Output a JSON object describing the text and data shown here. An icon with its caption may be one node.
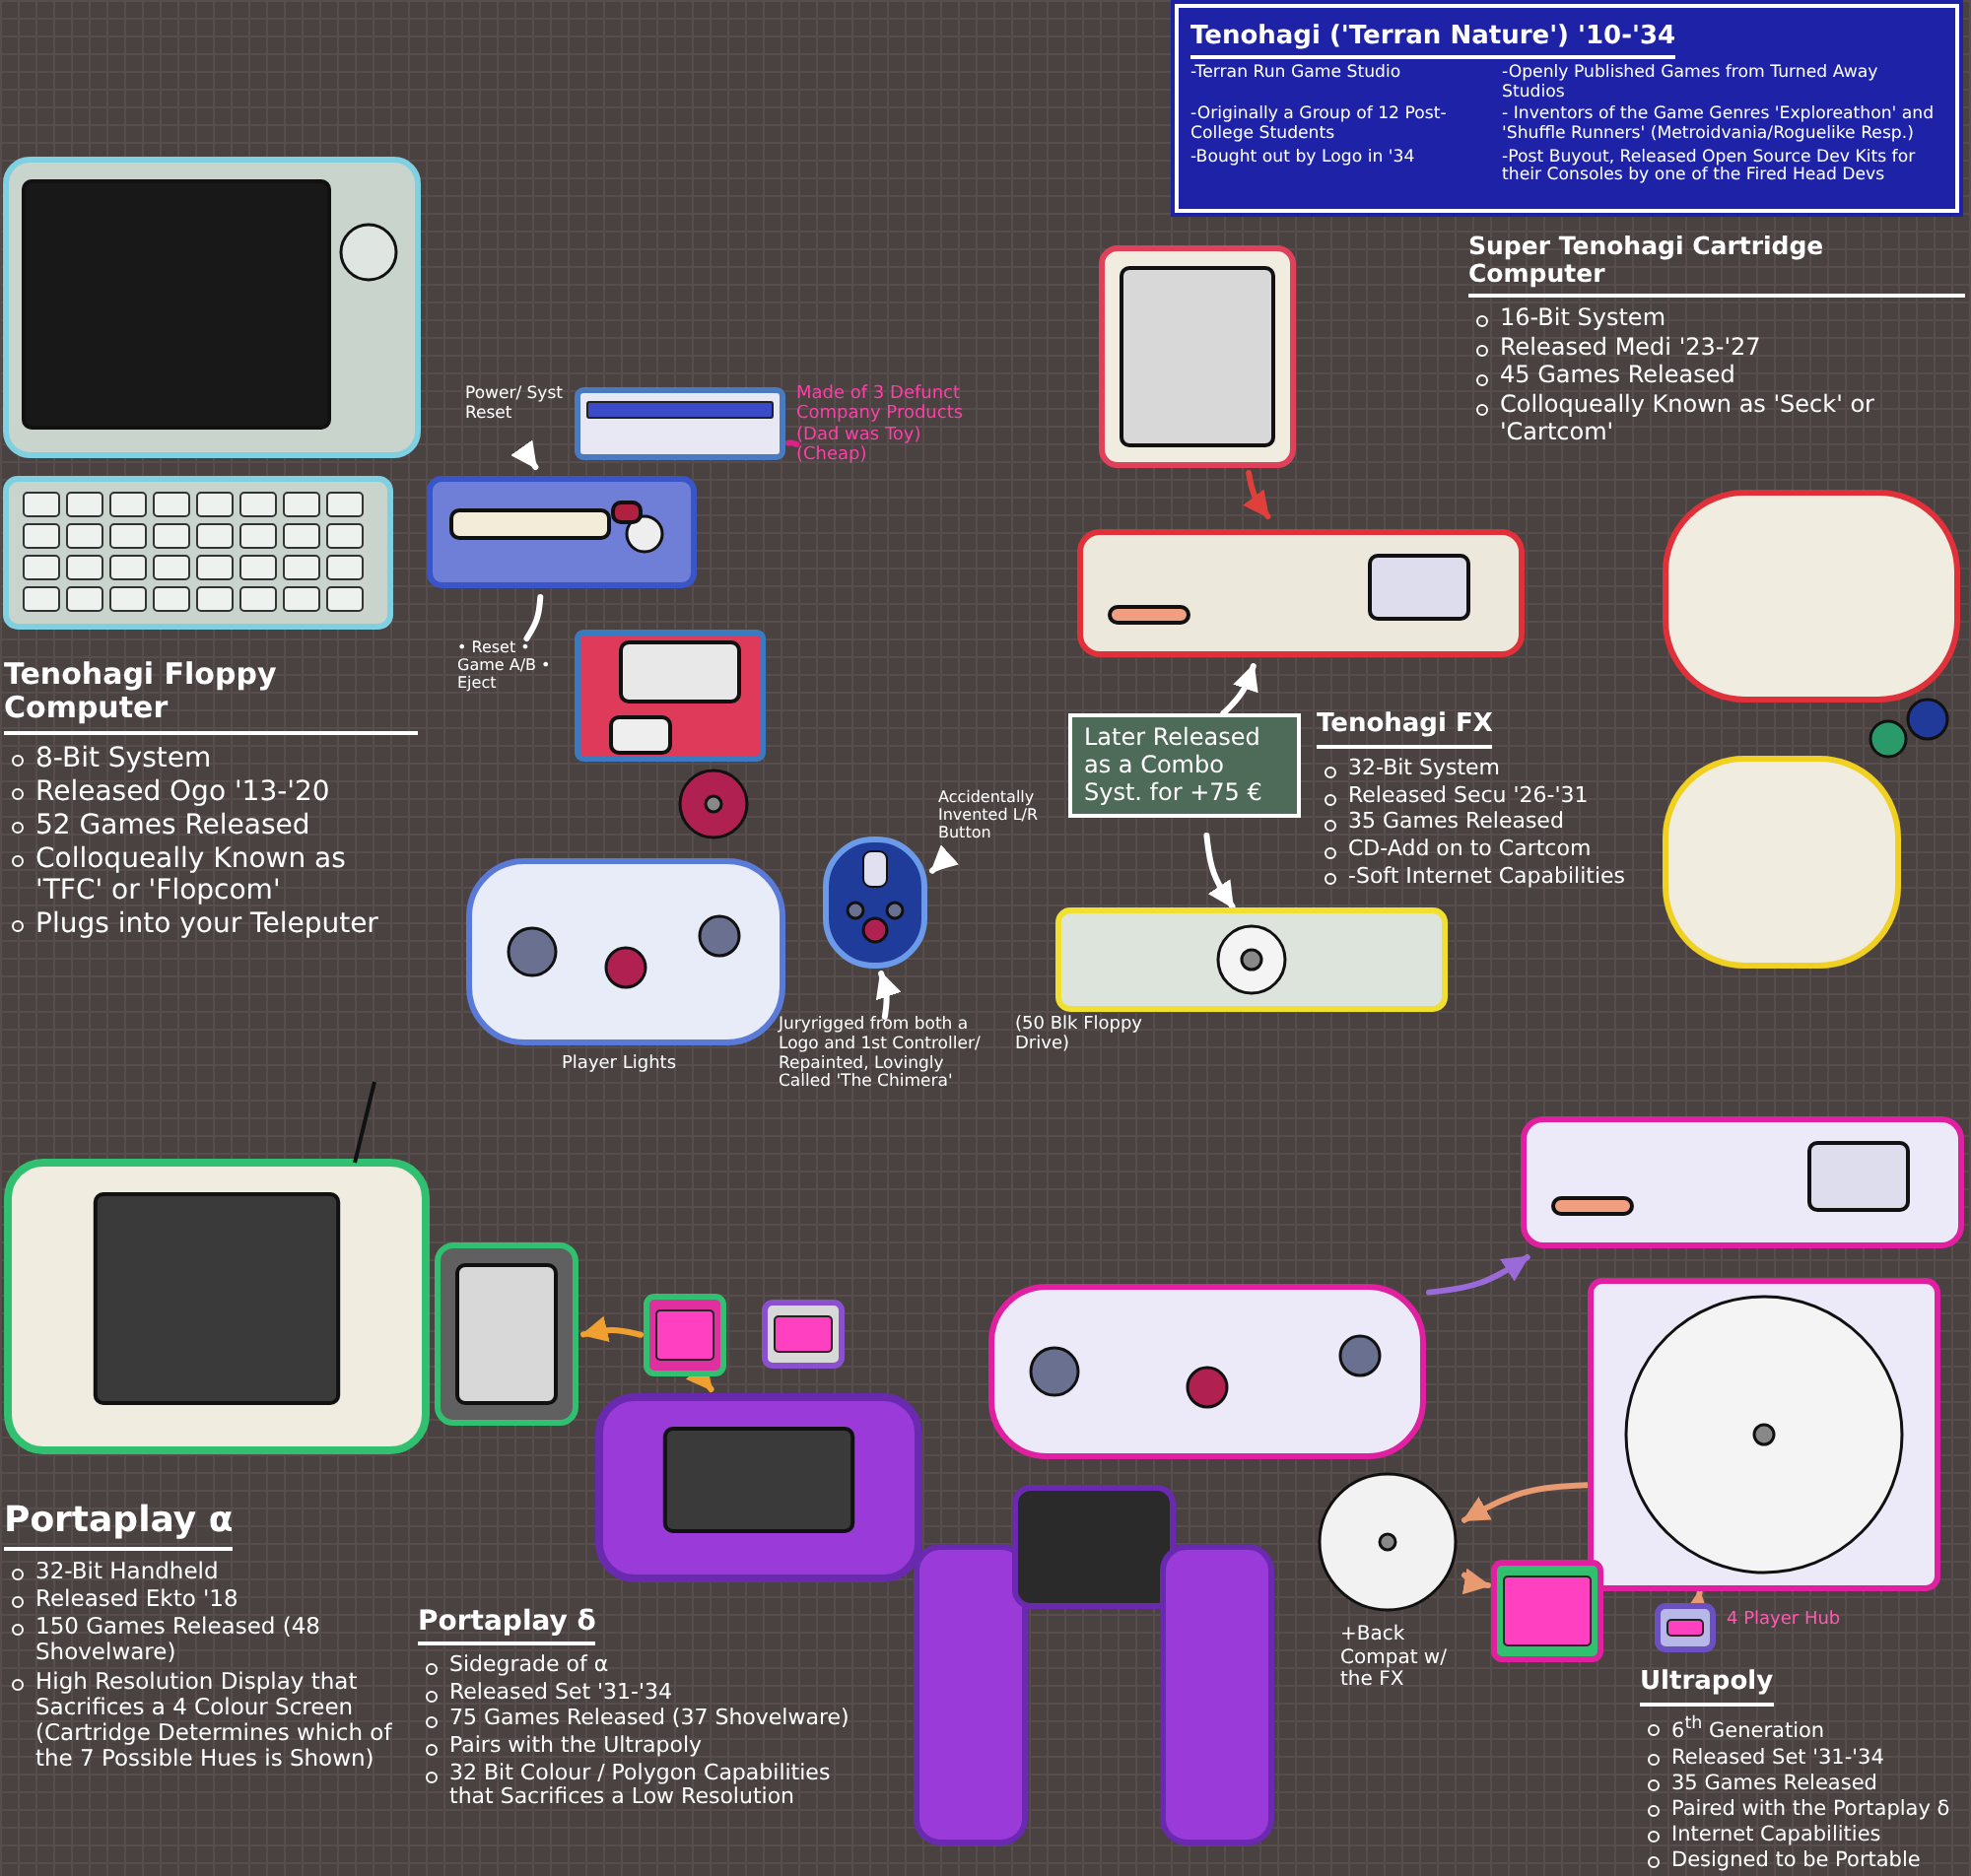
{
  "diagram": {
    "nodes": [
      {
        "text": [
          "Tenohagi ('Terran Nature') '10-'34",
          "-Terran Run Game Studio",
          "-Openly Published Games from Turned Away Studios",
          "-Originally a Group of 12 Post-College Students",
          "- Inventors of the Game Genres 'Exploreathon' and 'Shuffle Runners' (Metroidvania/Roguelike Resp.)",
          "-Bought out by Logo in '34",
          "-Post Buyout, Released Open Source Dev Kits for their Consoles by one of the Fired Head Devs"
        ]
      },
      {
        "text": [],
        "shape": "picture"
      },
      {
        "text": [],
        "shape": "picture"
      },
      {
        "text": [
          "Power/ Syst Reset"
        ]
      },
      {
        "text": [
          "• Reset • Game A/B • Eject"
        ]
      },
      {
        "text": [
          "Tenohagi Floppy Computer",
          "8-Bit System",
          "Released Ogo '13-'20",
          "52 Games Released",
          "Colloqueally Known as 'TFC' or 'Flopcom'",
          "Plugs into your Teleputer"
        ]
      },
      {
        "text": [],
        "shape": "picture"
      },
      {
        "text": [
          "Made of 3 Defunct Company Products (Dad was Toy) (Cheap)"
        ]
      },
      {
        "text": [],
        "shape": "picture"
      },
      {
        "text": [],
        "shape": "picture"
      },
      {
        "text": [],
        "shape": "picture",
        "beside": [
          "Player Lights"
        ]
      },
      {
        "text": [],
        "shape": "picture"
      },
      {
        "text": [
          "Accidentally Invented L/R Button"
        ]
      },
      {
        "text": [
          "Juryrigged from both a Logo and 1st Controller/ Repainted, Lovingly Called 'The Chimera'"
        ]
      },
      {
        "text": [],
        "shape": "picture"
      },
      {
        "text": [
          "Super Tenohagi Cartridge Computer",
          "16-Bit System",
          "Released Medi '23-'27",
          "45 Games Released",
          "Colloqueally Known as 'Seck' or 'Cartcom'"
        ]
      },
      {
        "text": [],
        "shape": "picture"
      },
      {
        "text": [],
        "shape": "picture"
      },
      {
        "text": [
          "Later Released as a Combo Syst. for +75 €"
        ]
      },
      {
        "text": [
          "Tenohagi FX",
          "32-Bit System",
          "Released Secu '26-'31",
          "35 Games Released",
          "CD-Add on to Cartcom",
          "-Soft Internet Capabilities"
        ]
      },
      {
        "text": [],
        "shape": "picture"
      },
      {
        "text": [],
        "shape": "picture"
      },
      {
        "text": [],
        "shape": "picture"
      },
      {
        "text": [],
        "shape": "picture"
      },
      {
        "text": [],
        "shape": "picture"
      },
      {
        "text": [],
        "shape": "picture"
      },
      {
        "text": [
          "Portaplay α",
          "32-Bit Handheld",
          "Released Ekto '18",
          "150 Games Released (48 Shovelware)",
          "High Resolution Display that Sacrifices a 4 Colour Screen (Cartridge Determines which of the 7 Possible Hues is Shown)"
        ]
      },
      {
        "text": [
          "Portaplay δ",
          "Sidegrade of α",
          "Released Set '31-'34",
          "75 Games Released (37 Shovelware)",
          "Pairs with the Ultrapoly",
          "32 Bit Colour / Polygon Capabilities that Sacrifices a Low Resolution"
        ]
      },
      {
        "text": [],
        "shape": "picture"
      },
      {
        "text": [],
        "shape": "picture"
      },
      {
        "text": [],
        "shape": "picture"
      },
      {
        "text": [],
        "shape": "picture"
      },
      {
        "text": [],
        "shape": "picture"
      },
      {
        "text": [],
        "shape": "picture"
      },
      {
        "text": [],
        "shape": "picture"
      },
      {
        "text": [
          "Ultrapoly",
          "6$^{th}$ Generation",
          "Released Set '31-'34",
          "35 Games Released",
          "Paired with the Portaplay δ",
          "Internet Capabilities",
          "Designed to be Portable"
        ]
      },
      {
        "text": [
          "+Back Compat w/ the FX"
        ]
      }
    ],
    "edges": [
      {
        "from": 14,
        "to": 16,
        "arrow": "to",
        "color": "#e0403a"
      },
      {
        "from": 18,
        "to": 16,
        "arrow": "to"
      },
      {
        "from": 18,
        "to": 20,
        "arrow": "to"
      },
      {
        "from": 23,
        "to": 25,
        "arrow": "to",
        "color": "#f0a030"
      },
      {
        "from": 23,
        "to": 22,
        "arrow": "to",
        "color": "#f0a030"
      },
      {
        "from": 29,
        "to": 30,
        "arrow": "to",
        "color": "#9a6ad8"
      },
      {
        "from": 31,
        "to": 32,
        "arrow": "to",
        "color": "#e89a70"
      },
      {
        "from": 32,
        "to": 33,
        "arrow": "to",
        "color": "#e89a70"
      },
      {
        "from": 34,
        "to": 31,
        "arrow": "to",
        "color": "#e89a70"
      },
      {
        "from": 3,
        "to": 2,
        "arrow": "to"
      },
      {
        "from": 4,
        "to": 2,
        "arrow": "none"
      },
      {
        "from": 7,
        "to": 6,
        "arrow": "none",
        "color": "#e0208a"
      },
      {
        "from": 12,
        "to": 11,
        "arrow": "to"
      },
      {
        "from": 13,
        "to": 11,
        "arrow": "to"
      }
    ],
    "labels": [
      "(50 Blk Floppy Drive)",
      "4 Player Hub"
    ]
  }
}
